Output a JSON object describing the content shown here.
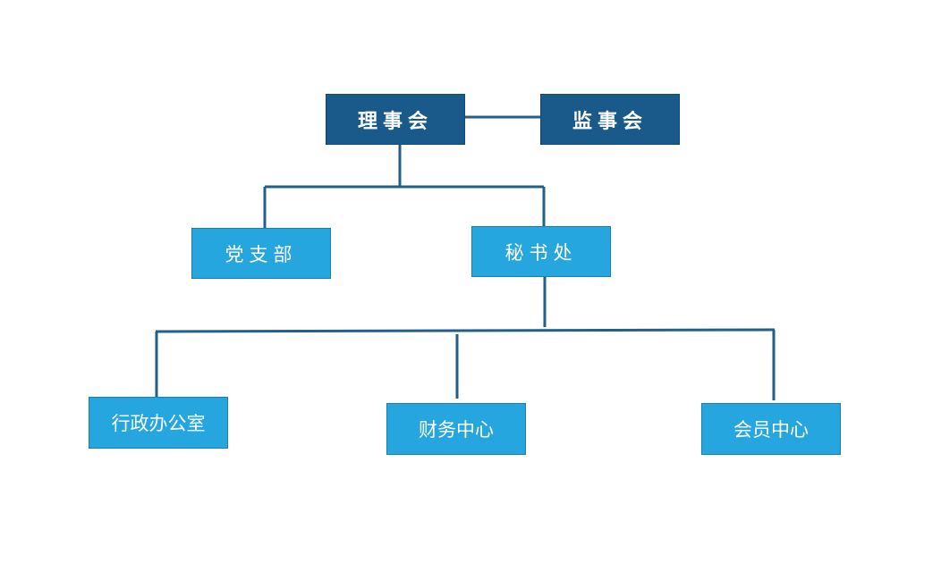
{
  "org_chart": {
    "nodes": {
      "board": {
        "label": "理事会"
      },
      "supervisors": {
        "label": "监事会"
      },
      "party_branch": {
        "label": "党支部"
      },
      "secretariat": {
        "label": "秘书处"
      },
      "admin_office": {
        "label": "行政办公室"
      },
      "finance_center": {
        "label": "财务中心"
      },
      "member_center": {
        "label": "会员中心"
      }
    },
    "edges": [
      [
        "board",
        "supervisors"
      ],
      [
        "board",
        "party_branch"
      ],
      [
        "board",
        "secretariat"
      ],
      [
        "secretariat",
        "admin_office"
      ],
      [
        "secretariat",
        "finance_center"
      ],
      [
        "secretariat",
        "member_center"
      ]
    ],
    "colors": {
      "top_level_fill": "#1a5a8a",
      "sub_level_fill": "#26a6de",
      "connector": "#215f8c",
      "text": "#ffffff"
    }
  }
}
